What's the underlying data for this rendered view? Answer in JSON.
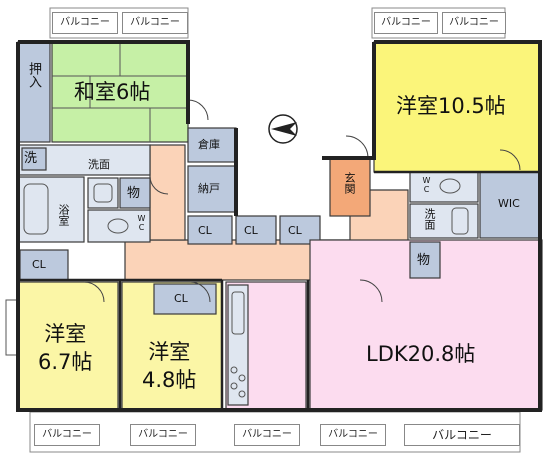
{
  "colors": {
    "washitsu": "#c6f0a6",
    "yoshitsu_105": "#fbf57a",
    "ldk": "#fcdcef",
    "yoshitsu_small": "#fbf6a6",
    "hallway": "#fbd3b8",
    "genkan": "#f3a878",
    "storage": "#bcc9dd",
    "wet": "#dfe6f0"
  },
  "balconies": [
    "バルコニー",
    "バルコニー",
    "バルコニー",
    "バルコニー",
    "バルコニー",
    "バルコニー",
    "バルコニー",
    "バルコニー",
    "バルコニー"
  ],
  "rooms": {
    "washitsu": "和室6帖",
    "yoshitsu_105": "洋室10.5帖",
    "ldk": "LDK20.8帖",
    "yoshitsu_67": "洋室\n6.7帖",
    "yoshitsu_48": "洋室\n4.8帖",
    "oshiire": "押入",
    "souko": "倉庫",
    "nando": "納戸",
    "sen": "洗",
    "senmen": "洗面",
    "mono1": "物",
    "mono2": "物",
    "yokushitsu": "浴室",
    "wc1": "WC",
    "wc2": "WC",
    "senmen2": "洗面",
    "wic": "WIC",
    "genkan": "玄関",
    "cl": [
      "CL",
      "CL",
      "CL",
      "CL",
      "CL"
    ]
  }
}
